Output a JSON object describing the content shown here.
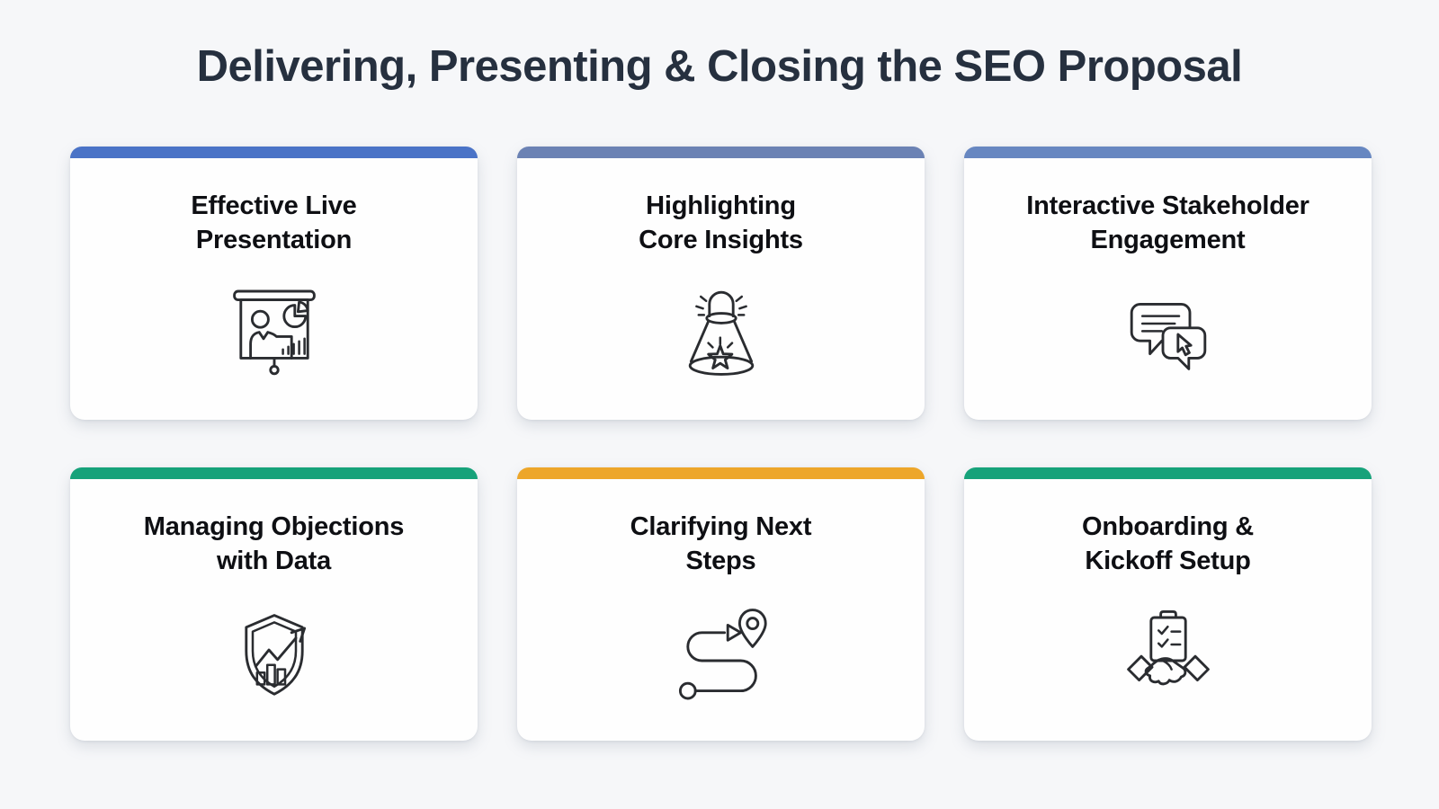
{
  "header": {
    "title": "Delivering, Presenting & Closing the SEO Proposal"
  },
  "theme": {
    "page_background": "#f6f7f9",
    "card_background": "#fefefe",
    "heading_color": "#26303f",
    "card_title_color": "#0e0f13",
    "icon_stroke_color": "#2a2c30"
  },
  "accent_palette": {
    "blue": "#4a73c7",
    "slate_blue": "#6b82b4",
    "steel_blue": "#6787c1",
    "green": "#16a27a",
    "amber": "#eda62a"
  },
  "cards": [
    {
      "title_lines": [
        "Effective Live",
        "Presentation"
      ],
      "accent_color": "#4a73c7",
      "icon": "presentation-chart-icon"
    },
    {
      "title_lines": [
        "Highlighting",
        "Core Insights"
      ],
      "accent_color": "#6b82b4",
      "icon": "spotlight-star-icon"
    },
    {
      "title_lines": [
        "Interactive Stakeholder",
        "Engagement"
      ],
      "accent_color": "#6787c1",
      "icon": "chat-bubbles-cursor-icon"
    },
    {
      "title_lines": [
        "Managing Objections",
        "with Data"
      ],
      "accent_color": "#16a27a",
      "icon": "shield-growth-chart-icon"
    },
    {
      "title_lines": [
        "Clarifying Next",
        "Steps"
      ],
      "accent_color": "#eda62a",
      "icon": "route-destination-pin-icon"
    },
    {
      "title_lines": [
        "Onboarding &",
        "Kickoff Setup"
      ],
      "accent_color": "#16a27a",
      "icon": "handshake-checklist-icon"
    }
  ]
}
